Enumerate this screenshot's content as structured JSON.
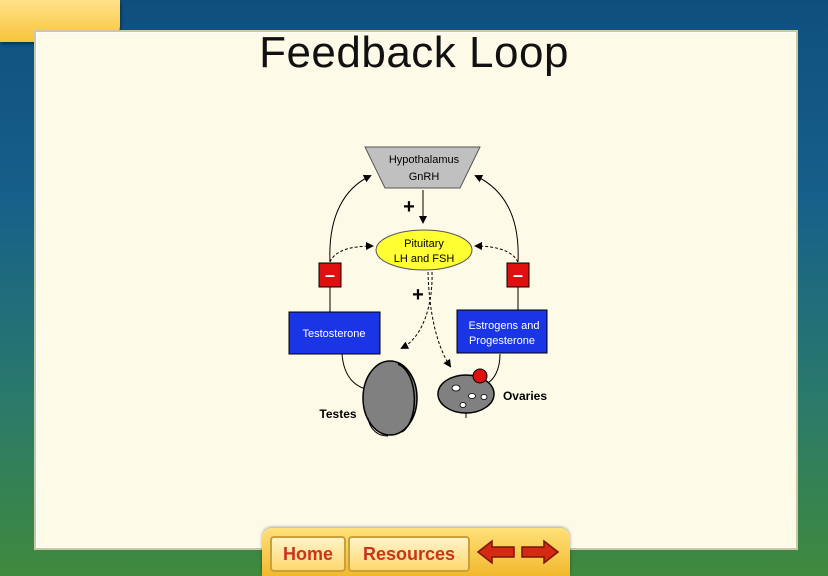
{
  "slide": {
    "title": "Feedback Loop"
  },
  "diagram": {
    "hypothalamus": {
      "line1": "Hypothalamus",
      "line2": "GnRH"
    },
    "pituitary": {
      "line1": "Pituitary",
      "line2": "LH and FSH"
    },
    "testosterone": "Testosterone",
    "estrogens": {
      "line1": "Estrogens and",
      "line2": "Progesterone"
    },
    "testes": "Testes",
    "ovaries": "Ovaries",
    "plus_top": "+",
    "plus_mid": "+",
    "minus_left": "–",
    "minus_right": "–"
  },
  "colors": {
    "hypothalamus_fill": "#c0c0c0",
    "pituitary_fill": "#ffff33",
    "hormone_box_fill": "#1a35e6",
    "minus_fill": "#e01010",
    "gland_fill": "#808080",
    "ovary_dot": "#e01010"
  },
  "nav": {
    "home": "Home",
    "resources": "Resources",
    "back_icon": "arrow-left-icon",
    "forward_icon": "arrow-right-icon"
  }
}
